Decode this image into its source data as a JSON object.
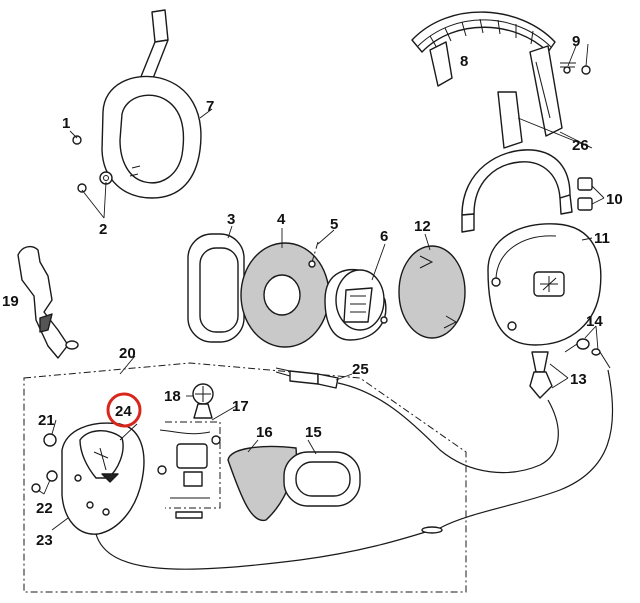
{
  "callouts": {
    "c1": "1",
    "c2": "2",
    "c3": "3",
    "c4": "4",
    "c5": "5",
    "c6": "6",
    "c7": "7",
    "c8": "8",
    "c9": "9",
    "c10": "10",
    "c11": "11",
    "c12": "12",
    "c13": "13",
    "c14": "14",
    "c15": "15",
    "c16": "16",
    "c17": "17",
    "c18": "18",
    "c19": "19",
    "c20": "20",
    "c21": "21",
    "c22": "22",
    "c23": "23",
    "c24": "24",
    "c25": "25",
    "c26": "26"
  },
  "highlight": {
    "callout": "24",
    "color": "#d9261c"
  }
}
